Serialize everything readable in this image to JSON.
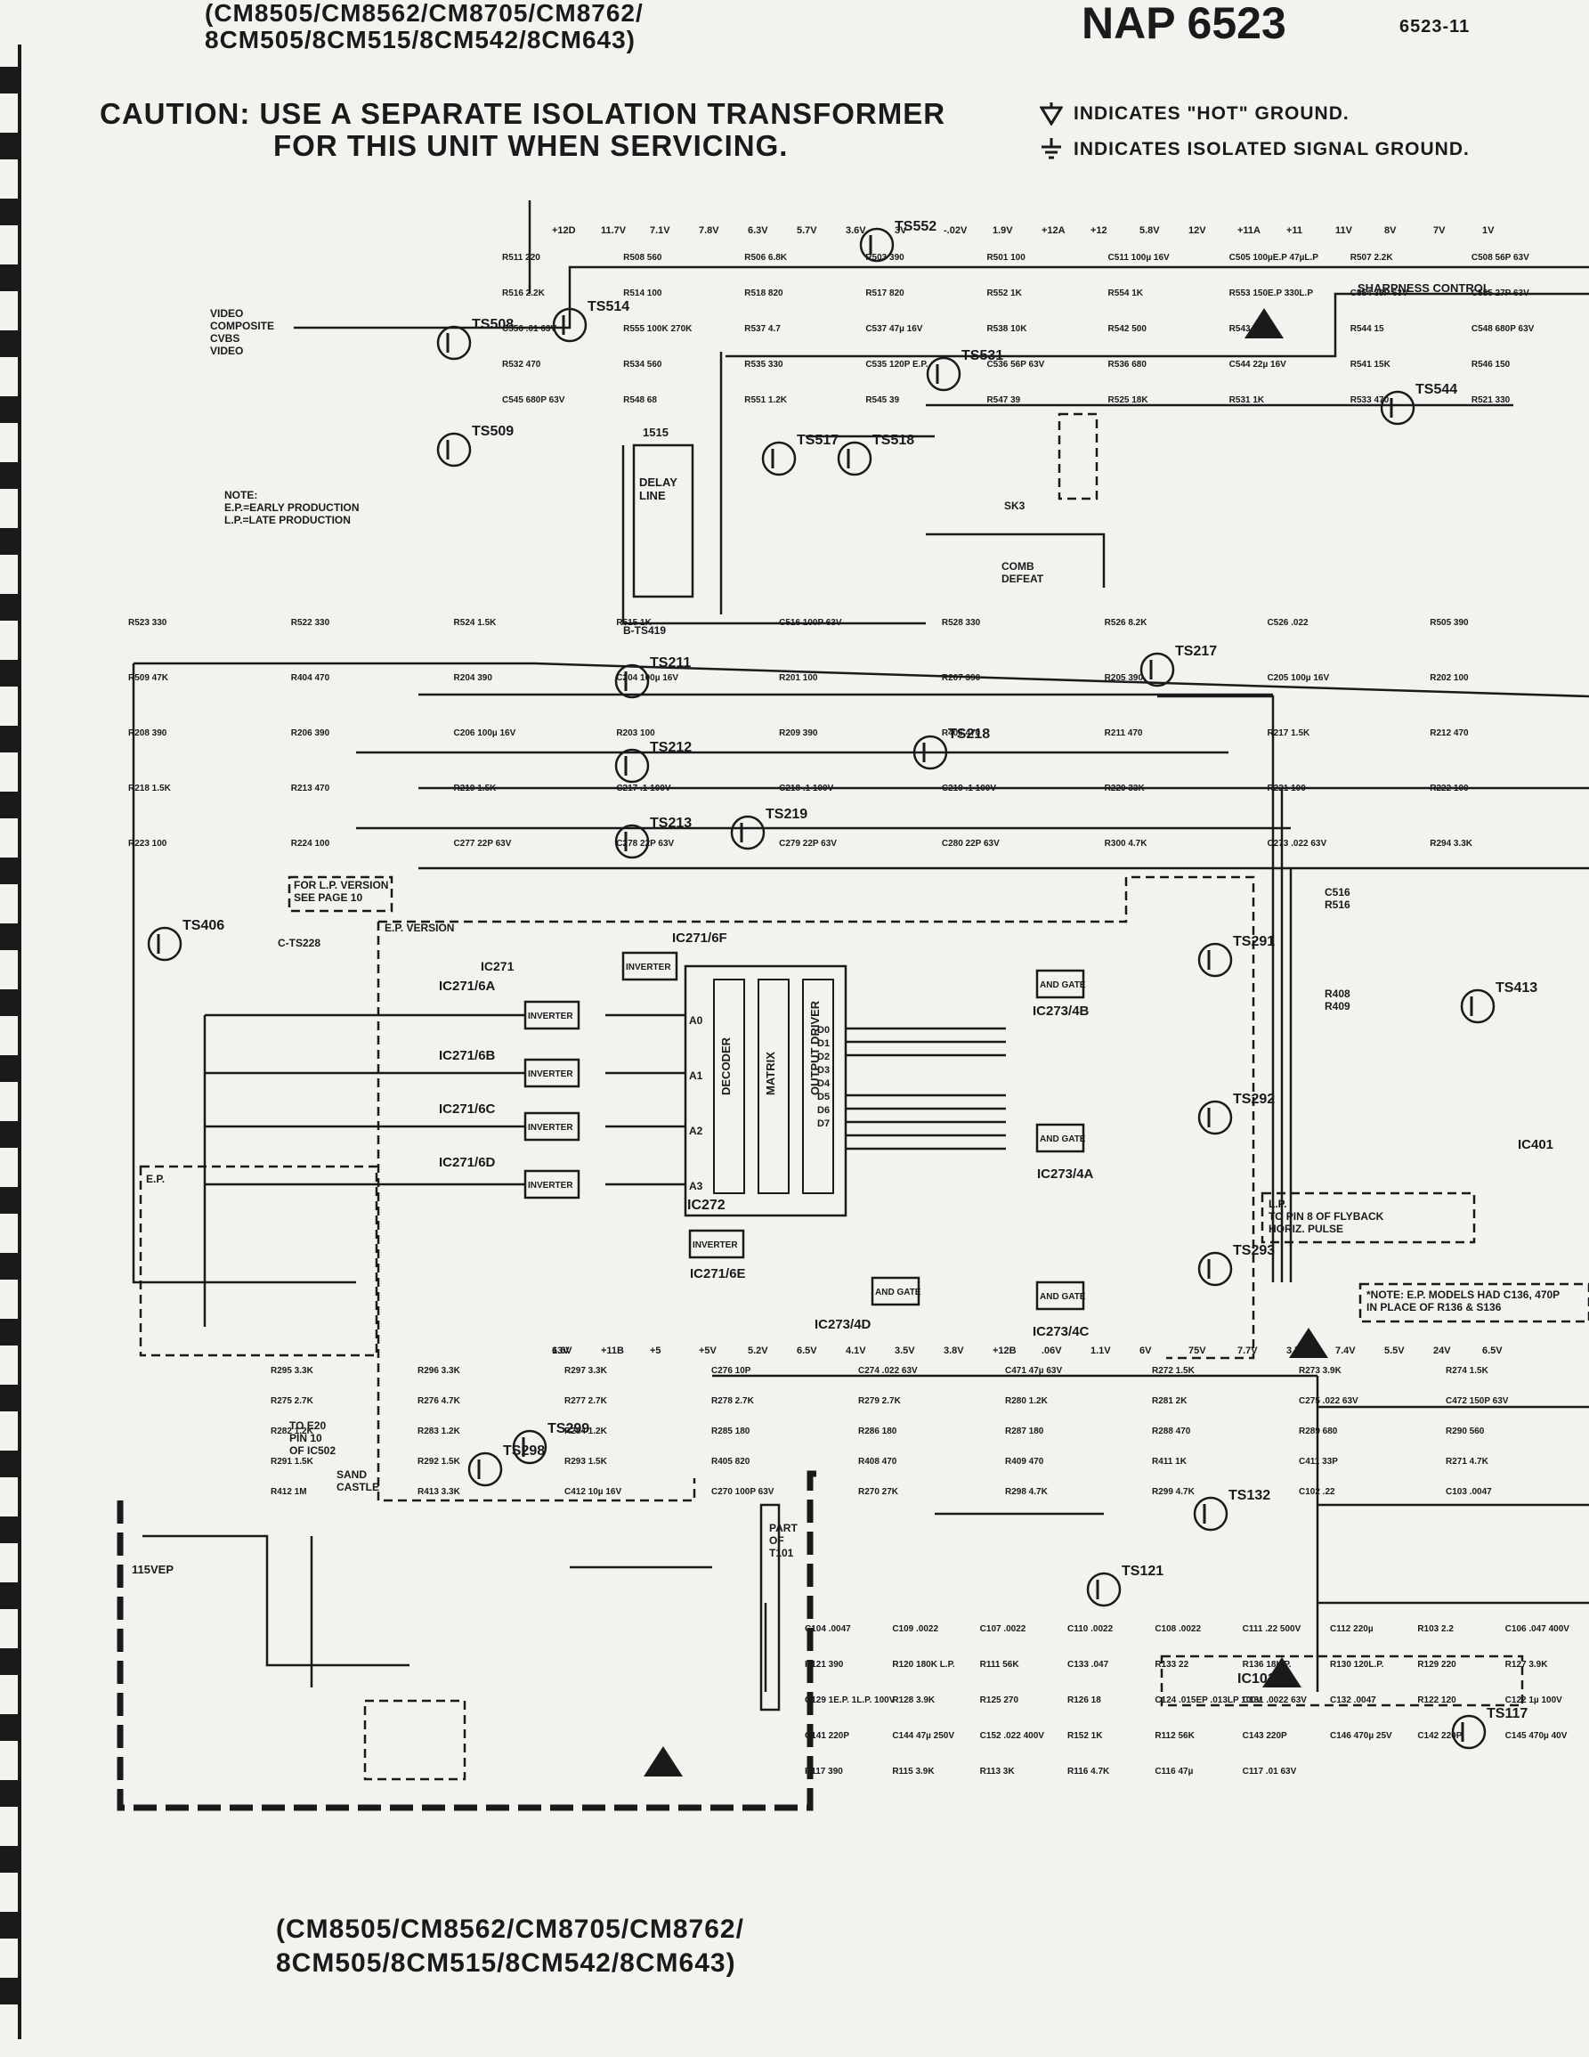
{
  "header": {
    "models_line1": "(CM8505/CM8562/CM8705/CM8762/",
    "models_line2": "8CM505/8CM515/8CM542/8CM643)",
    "model_number": "NAP 6523",
    "page_code": "6523-11"
  },
  "caution": {
    "line1": "CAUTION: USE A SEPARATE ISOLATION TRANSFORMER",
    "line2": "FOR THIS UNIT WHEN SERVICING."
  },
  "legend": {
    "hot_ground": "INDICATES \"HOT\" GROUND.",
    "isolated_ground": "INDICATES ISOLATED SIGNAL GROUND."
  },
  "footer": {
    "models_line1": "(CM8505/CM8562/CM8705/CM8762/",
    "models_line2": "8CM505/8CM515/8CM542/8CM643)"
  },
  "labels": {
    "video_input": [
      "VIDEO",
      "COMPOSITE",
      "CVBS",
      "VIDEO"
    ],
    "note": [
      "NOTE:",
      "E.P.=EARLY PRODUCTION",
      "L.P.=LATE PRODUCTION"
    ],
    "sharpness_control": "SHARPNESS CONTROL",
    "delay_line": [
      "DELAY",
      "LINE"
    ],
    "delay_line_ref": "1515",
    "comb_defeat": [
      "COMB",
      "DEFEAT"
    ],
    "sk3": "SK3",
    "for_lp_version": [
      "FOR L.P. VERSION",
      "SEE PAGE 10"
    ],
    "ep_version": "E.P. VERSION",
    "ep": "E.P.",
    "lp_flyback": [
      "L.P.",
      "TO PIN 8 OF FLYBACK",
      "HORIZ. PULSE"
    ],
    "ep_note": [
      "*NOTE: E.P. MODELS HAD C136, 470P",
      "IN PLACE OF R136 & S136"
    ],
    "to_e20": [
      "TO E20",
      "PIN 10",
      "OF IC502"
    ],
    "sand_castle": [
      "SAND",
      "CASTLE"
    ],
    "mains": "115VEP",
    "part_of_t101": [
      "PART",
      "OF",
      "T101"
    ],
    "b_ts419": "B-TS419",
    "c_ts228": "C-TS228",
    "c516_r516": [
      "C516",
      "R516"
    ],
    "r408_r409": [
      "R408",
      "R409"
    ],
    "ic101": "IC101"
  },
  "transistors": [
    {
      "ref": "TS552"
    },
    {
      "ref": "TS508"
    },
    {
      "ref": "TS514"
    },
    {
      "ref": "TS509"
    },
    {
      "ref": "TS531"
    },
    {
      "ref": "TS517"
    },
    {
      "ref": "TS518"
    },
    {
      "ref": "TS544"
    },
    {
      "ref": "TS217"
    },
    {
      "ref": "TS211"
    },
    {
      "ref": "TS218"
    },
    {
      "ref": "TS212"
    },
    {
      "ref": "TS213"
    },
    {
      "ref": "TS219"
    },
    {
      "ref": "TS406"
    },
    {
      "ref": "TS291"
    },
    {
      "ref": "TS292"
    },
    {
      "ref": "TS293"
    },
    {
      "ref": "TS413"
    },
    {
      "ref": "TS298"
    },
    {
      "ref": "TS299"
    },
    {
      "ref": "TS121"
    },
    {
      "ref": "TS132"
    },
    {
      "ref": "TS117"
    }
  ],
  "ic_blocks": [
    {
      "ref": "IC271/6A",
      "text": "INVERTER"
    },
    {
      "ref": "IC271/6B",
      "text": "INVERTER"
    },
    {
      "ref": "IC271/6C",
      "text": "INVERTER"
    },
    {
      "ref": "IC271/6D",
      "text": "INVERTER"
    },
    {
      "ref": "IC271/6E",
      "text": "INVERTER"
    },
    {
      "ref": "IC271/6F",
      "text": "INVERTER"
    },
    {
      "ref": "IC273/4B",
      "text": "AND GATE"
    },
    {
      "ref": "IC273/4A",
      "text": "AND GATE"
    },
    {
      "ref": "IC273/4C",
      "text": "AND GATE"
    },
    {
      "ref": "IC273/4D",
      "text": "AND GATE"
    }
  ],
  "ic272": {
    "ref": "IC272",
    "sections": [
      "DECODER",
      "MATRIX",
      "OUTPUT DRIVER"
    ],
    "inputs": [
      "A0",
      "A1",
      "A2",
      "A3"
    ],
    "outputs": [
      "D0",
      "D1",
      "D2",
      "D3",
      "D4",
      "D5",
      "D6",
      "D7"
    ]
  },
  "ic_refs": [
    "IC271",
    "IC401"
  ],
  "component_values": [
    "R511 220",
    "R508 560",
    "R506 6.8K",
    "R503 390",
    "R501 100",
    "C511 100µ 16V",
    "C505 100µE.P 47µL.P",
    "R507 2.2K",
    "C508 56P 63V",
    "R516 2.2K",
    "R514 100",
    "R518 820",
    "R517 820",
    "R552 1K",
    "R554 1K",
    "R553 150E.P 330L.P",
    "C554 39P 63V",
    "C555 27P 63V",
    "C556 .01 63V",
    "R555 100K 270K",
    "R537 4.7",
    "C537 47µ 16V",
    "R538 10K",
    "R542 500",
    "R543 220",
    "R544 15",
    "C548 680P 63V",
    "R532 470",
    "R534 560",
    "R535 330",
    "C535 120P E.P.",
    "C536 56P 63V",
    "R536 680",
    "C544 22µ 16V",
    "R541 15K",
    "R546 150",
    "C545 680P 63V",
    "R548 68",
    "R551 1.2K",
    "R545 39",
    "R547 39",
    "R525 18K",
    "R531 1K",
    "R533 470",
    "R521 330",
    "R523 330",
    "R522 330",
    "R524 1.5K",
    "R515 1K",
    "C516 100P 63V",
    "R528 330",
    "R526 8.2K",
    "C526 .022",
    "R505 390",
    "R509 47K",
    "R404 470",
    "R204 390",
    "C204 100µ 16V",
    "R201 100",
    "R207 390",
    "R205 390",
    "C205 100µ 16V",
    "R202 100",
    "R208 390",
    "R206 390",
    "C206 100µ 16V",
    "R203 100",
    "R209 390",
    "R406 470",
    "R211 470",
    "R217 1.5K",
    "R212 470",
    "R218 1.5K",
    "R213 470",
    "R219 1.5K",
    "C217 .1 100V",
    "C218 .1 100V",
    "C219 .1 100V",
    "R229 33K",
    "R221 100",
    "R222 100",
    "R223 100",
    "R224 100",
    "C277 22P 63V",
    "C278 22P 63V",
    "C279 22P 63V",
    "C280 22P 63V",
    "R300 4.7K",
    "C273 .022 63V",
    "R294 3.3K",
    "R295 3.3K",
    "R296 3.3K",
    "R297 3.3K",
    "C276 10P",
    "C274 .022 63V",
    "C471 47µ 63V",
    "R272 1.5K",
    "R273 3.9K",
    "R274 1.5K",
    "R275 2.7K",
    "R276 4.7K",
    "R277 2.7K",
    "R278 2.7K",
    "R279 2.7K",
    "R280 1.2K",
    "R281 2K",
    "C275 .022 63V",
    "C472 150P 63V",
    "R282 1.2K",
    "R283 1.2K",
    "R284 1.2K",
    "R285 180",
    "R286 180",
    "R287 180",
    "R288 470",
    "R289 680",
    "R290 560",
    "R291 1.5K",
    "R292 1.5K",
    "R293 1.5K",
    "R405 820",
    "R408 470",
    "R409 470",
    "R411 1K",
    "C411 33P",
    "R271 4.7K",
    "R412 1M",
    "R413 3.3K",
    "C412 10µ 16V",
    "C270 100P 63V",
    "R270 27K",
    "R298 4.7K",
    "R299 4.7K",
    "C102 .22",
    "C103 .0047",
    "C104 .0047",
    "C109 .0022",
    "C107 .0022",
    "C110 .0022",
    "C108 .0022",
    "C111 .22 500V",
    "C112 220µ",
    "R103 2.2",
    "C106 .047 400V",
    "R121 390",
    "R120 180K L.P.",
    "R111 56K",
    "C133 .047",
    "R133 22",
    "R136 18L.P.",
    "R130 120L.P.",
    "R129 220",
    "R127 3.9K",
    "C129 1E.P. 1L.P. 100V",
    "R128 3.9K",
    "R125 270",
    "R126 18",
    "C124 .015EP .013LP 100V",
    "C131 .0022 63V",
    "C132 .0047",
    "R122 120",
    "C122 1µ 100V",
    "C141 220P",
    "C144 47µ 250V",
    "C152 .022 400V",
    "R152 1K",
    "R112 56K",
    "C143 220P",
    "C146 470µ 25V",
    "C142 220P",
    "C145 470µ 40V",
    "R117 390",
    "R115 3.9K",
    "R113 3K",
    "R116 4.7K",
    "C116 47µ",
    "C117 .01 63V"
  ],
  "voltages": [
    "+12D",
    "11.7V",
    "7.1V",
    "7.8V",
    "6.3V",
    "5.7V",
    "3.6V",
    "3V",
    "-.02V",
    "1.9V",
    "+12A",
    "+12",
    "5.8V",
    "12V",
    "+11A",
    "+11",
    "11V",
    "8V",
    "7V",
    "1V",
    "1.6V",
    "+11B",
    "+5",
    "+5V",
    "5.2V",
    "6.5V",
    "4.1V",
    "3.5V",
    "3.8V",
    "+12B",
    ".06V",
    "1.1V",
    "6V",
    "75V",
    "7.7V",
    "3.7V",
    "7.4V",
    "5.5V",
    "24V",
    "6.5V",
    "63V"
  ]
}
